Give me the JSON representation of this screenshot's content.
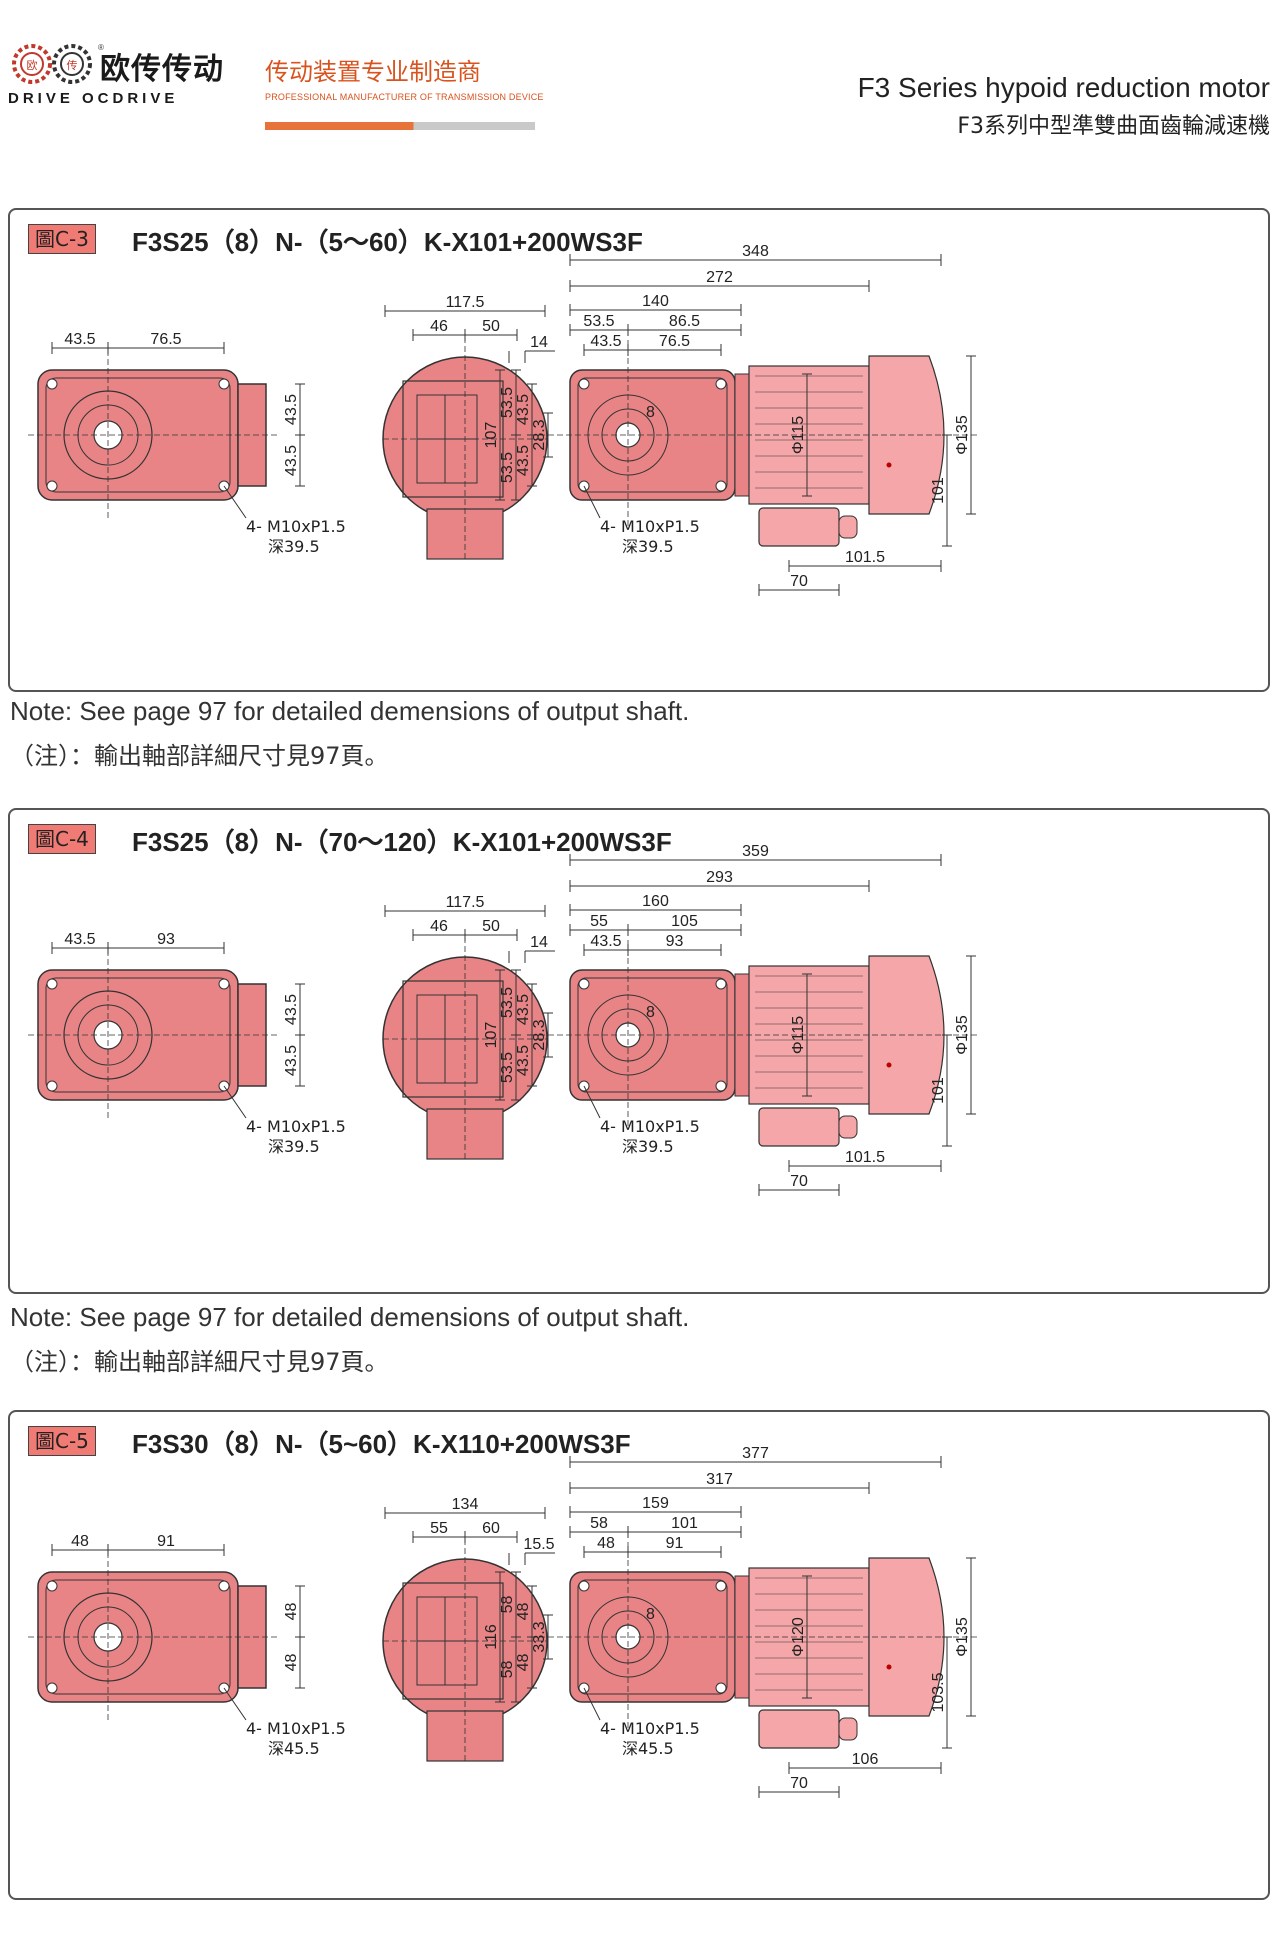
{
  "header": {
    "brand_cn": "欧传传动",
    "brand_en": "DRIVE OCDRIVE",
    "tagline_cn": "传动装置专业制造商",
    "tagline_en": "PROFESSIONAL MANUFACTURER OF TRANSMISSION DEVICE",
    "title_en": "F3 Series hypoid reduction motor",
    "title_cn": "F3系列中型準雙曲面齒輪減速機",
    "colors": {
      "accent": "#e8733a",
      "motor": "#f4a6a8",
      "gearbox": "#e88486"
    }
  },
  "panels": [
    {
      "tag": "圖C-3",
      "model": "F3S25（8）N-（5～60）K-X101+200WS3F",
      "front": {
        "w1": "43.5",
        "w2": "76.5",
        "h1": "43.5",
        "h2": "43.5",
        "bolt": "4- M10xP1.5",
        "depth": "深39.5"
      },
      "side": {
        "overall": "117.5",
        "a": "46",
        "b": "50",
        "c": "14"
      },
      "motor": {
        "L_total": "348",
        "L2": "272",
        "L3": "140",
        "a1": "53.5",
        "a2": "86.5",
        "b1": "43.5",
        "b2": "76.5",
        "h_total": "107",
        "h1": "53.5",
        "h2": "53.5",
        "h3": "43.5",
        "h4": "43.5",
        "h5": "28.3",
        "dia_flange": "Φ115",
        "dia_motor": "Φ135",
        "h_box": "101",
        "w_box": "101.5",
        "w_box2": "70",
        "r": "8",
        "bolt": "4- M10xP1.5",
        "depth": "深39.5"
      }
    },
    {
      "tag": "圖C-4",
      "model": "F3S25（8）N-（70～120）K-X101+200WS3F",
      "front": {
        "w1": "43.5",
        "w2": "93",
        "h1": "43.5",
        "h2": "43.5",
        "bolt": "4- M10xP1.5",
        "depth": "深39.5"
      },
      "side": {
        "overall": "117.5",
        "a": "46",
        "b": "50",
        "c": "14"
      },
      "motor": {
        "L_total": "359",
        "L2": "293",
        "L3": "160",
        "a1": "55",
        "a2": "105",
        "b1": "43.5",
        "b2": "93",
        "h_total": "107",
        "h1": "53.5",
        "h2": "53.5",
        "h3": "43.5",
        "h4": "43.5",
        "h5": "28.3",
        "dia_flange": "Φ115",
        "dia_motor": "Φ135",
        "h_box": "101",
        "w_box": "101.5",
        "w_box2": "70",
        "r": "8",
        "bolt": "4- M10xP1.5",
        "depth": "深39.5"
      }
    },
    {
      "tag": "圖C-5",
      "model": "F3S30（8）N-（5~60）K-X110+200WS3F",
      "front": {
        "w1": "48",
        "w2": "91",
        "h1": "48",
        "h2": "48",
        "bolt": "4- M10xP1.5",
        "depth": "深45.5"
      },
      "side": {
        "overall": "134",
        "a": "55",
        "b": "60",
        "c": "15.5"
      },
      "motor": {
        "L_total": "377",
        "L2": "317",
        "L3": "159",
        "a1": "58",
        "a2": "101",
        "b1": "48",
        "b2": "91",
        "h_total": "116",
        "h1": "58",
        "h2": "58",
        "h3": "48",
        "h4": "48",
        "h5": "33.3",
        "dia_flange": "Φ120",
        "dia_motor": "Φ135",
        "h_box": "103.5",
        "w_box": "106",
        "w_box2": "70",
        "r": "8",
        "bolt": "4- M10xP1.5",
        "depth": "深45.5"
      }
    }
  ],
  "notes": {
    "en": "Note: See page 97 for detailed demensions of output shaft.",
    "cn": "（注）：輸出軸部詳細尺寸見97頁。"
  }
}
